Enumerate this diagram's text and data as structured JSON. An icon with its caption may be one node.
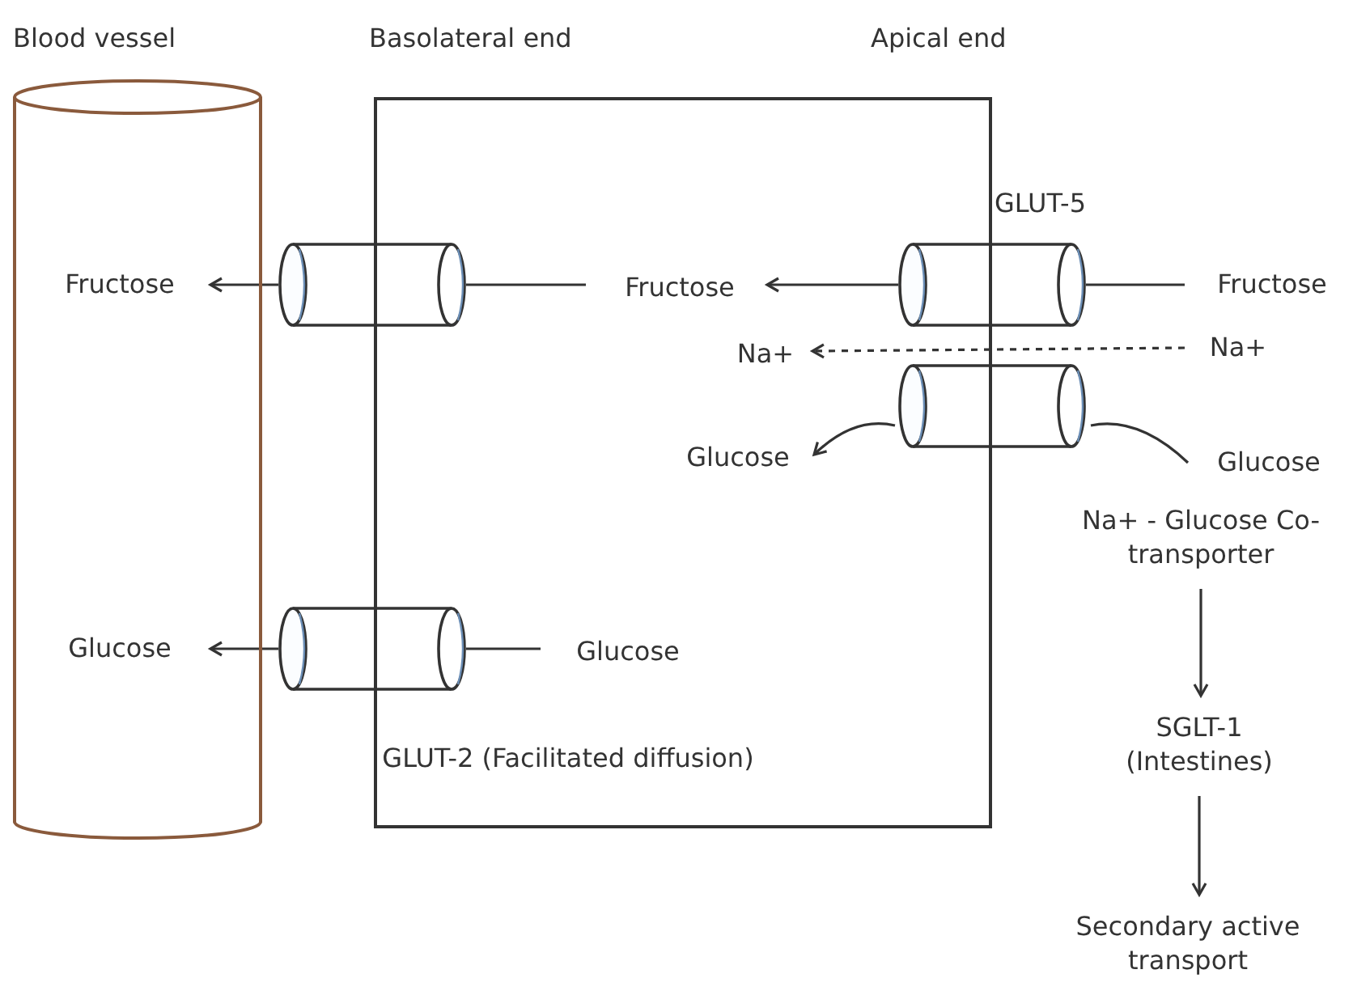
{
  "diagram": {
    "nodes": [
      {
        "text": [
          "Blood vessel"
        ]
      },
      {
        "text": [],
        "shape": "box"
      },
      {
        "text": [],
        "shape": "cylinder"
      },
      {
        "text": [
          "GLUT-5"
        ]
      },
      {
        "text": [],
        "shape": "cylinder"
      },
      {
        "text": [],
        "shape": "cylinder",
        "beside": [
          "GLUT-2 (Facilitated diffusion)"
        ]
      },
      {
        "text": [
          "Fructose"
        ],
        "in": 0
      },
      {
        "text": [
          "Fructose"
        ],
        "in": 1
      },
      {
        "text": [
          "Fructose"
        ]
      },
      {
        "text": [
          "Na+"
        ],
        "in": 1
      },
      {
        "text": [
          "Na+"
        ]
      },
      {
        "text": [
          "Glucose"
        ],
        "in": 1
      },
      {
        "text": [
          "Glucose"
        ]
      },
      {
        "text": [
          "Na+ - Glucose Co-transporter"
        ]
      },
      {
        "text": [
          "Glucose"
        ],
        "in": 0
      },
      {
        "text": [
          "Glucose"
        ],
        "in": 1
      },
      {
        "text": [
          "SGLT-1 (Intestines)"
        ]
      },
      {
        "text": [
          "Secondary active transport"
        ]
      }
    ],
    "edges": [
      {
        "from": 8,
        "to": 3,
        "arrow": "none"
      },
      {
        "from": 3,
        "to": 7,
        "arrow": "to"
      },
      {
        "from": 7,
        "to": 2,
        "arrow": "none"
      },
      {
        "from": 2,
        "to": 6,
        "arrow": "to"
      },
      {
        "from": 10,
        "to": 9,
        "arrow": "to",
        "style": "dashed"
      },
      {
        "from": 12,
        "to": 4,
        "arrow": "none"
      },
      {
        "from": 4,
        "to": 11,
        "arrow": "to"
      },
      {
        "from": 15,
        "to": 5,
        "arrow": "none"
      },
      {
        "from": 5,
        "to": 14,
        "arrow": "to"
      },
      {
        "from": 13,
        "to": 16,
        "arrow": "to"
      },
      {
        "from": 16,
        "to": 17,
        "arrow": "to"
      }
    ],
    "labels": [
      "Basolateral end",
      "Apical end"
    ]
  }
}
